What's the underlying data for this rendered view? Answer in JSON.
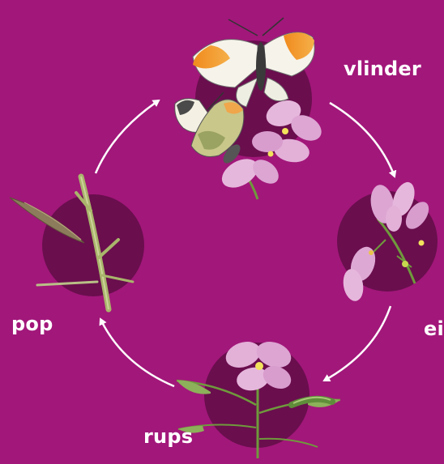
{
  "diagram": {
    "type": "life-cycle",
    "colors": {
      "background": "#a2177a",
      "disc": "#6a0e4e",
      "arrow": "#ffffff",
      "label": "#ffffff"
    },
    "stages": [
      {
        "key": "vlinder",
        "label": "vlinder",
        "illustration": "orange-tip-butterflies-on-flower"
      },
      {
        "key": "ei",
        "label": "ei",
        "illustration": "flower-with-egg"
      },
      {
        "key": "rups",
        "label": "rups",
        "illustration": "caterpillar-on-flower-stem"
      },
      {
        "key": "pop",
        "label": "pop",
        "illustration": "pupa-on-stem"
      }
    ],
    "arrows": [
      {
        "from": "pop",
        "to": "vlinder"
      },
      {
        "from": "vlinder",
        "to": "ei"
      },
      {
        "from": "ei",
        "to": "rups"
      },
      {
        "from": "rups",
        "to": "pop"
      }
    ]
  }
}
